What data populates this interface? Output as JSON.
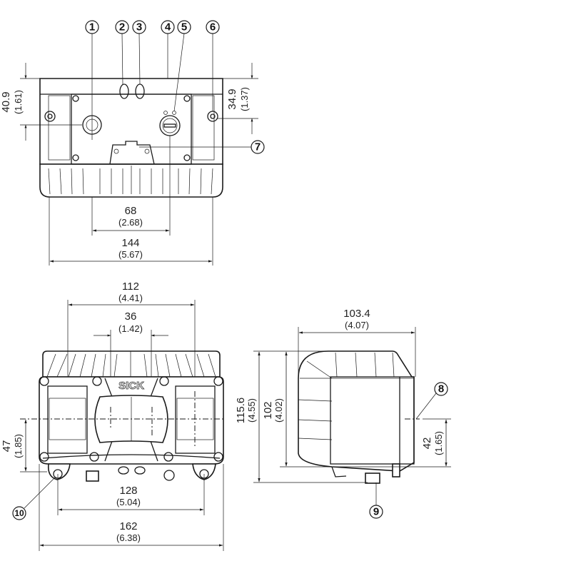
{
  "callouts": [
    "1",
    "2",
    "3",
    "4",
    "5",
    "6",
    "7",
    "8",
    "9",
    "10"
  ],
  "brand_logo": "SICK",
  "dimensions": {
    "top_height_left": {
      "mm": "40.9",
      "in": "(1.61)"
    },
    "top_height_right": {
      "mm": "34.9",
      "in": "(1.37)"
    },
    "connector_spacing": {
      "mm": "68",
      "in": "(2.68)"
    },
    "top_width": {
      "mm": "144",
      "in": "(5.67)"
    },
    "heatsink_width": {
      "mm": "112",
      "in": "(4.41)"
    },
    "lens_spacing": {
      "mm": "36",
      "in": "(1.42)"
    },
    "optical_axis_height": {
      "mm": "47",
      "in": "(1.85)"
    },
    "mount_spacing": {
      "mm": "128",
      "in": "(5.04)"
    },
    "front_width": {
      "mm": "162",
      "in": "(6.38)"
    },
    "side_depth": {
      "mm": "103.4",
      "in": "(4.07)"
    },
    "total_height": {
      "mm": "115.6",
      "in": "(4.55)"
    },
    "housing_height": {
      "mm": "102",
      "in": "(4.02)"
    },
    "side_axis_height": {
      "mm": "42",
      "in": "(1.65)"
    }
  }
}
